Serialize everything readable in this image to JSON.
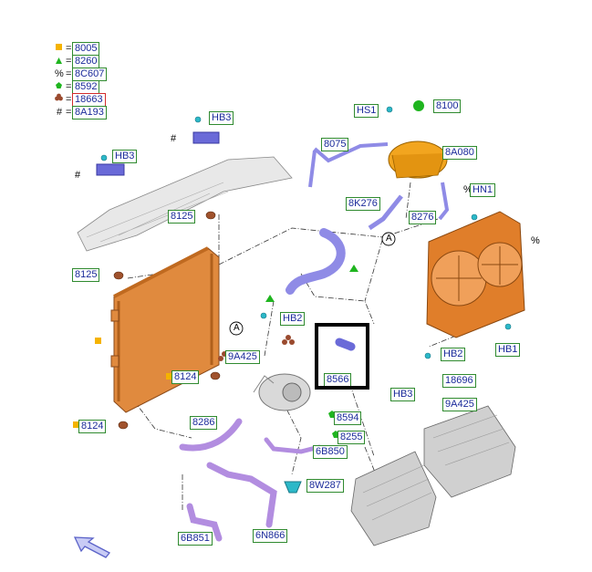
{
  "legend": [
    {
      "symbol": "square",
      "color": "#f5b300",
      "code": "8005"
    },
    {
      "symbol": "triangle",
      "color": "#1fb51f",
      "code": "8260"
    },
    {
      "symbol": "%",
      "color": "#000000",
      "code": "8C607"
    },
    {
      "symbol": "pentagon",
      "color": "#1fb51f",
      "code": "8592"
    },
    {
      "symbol": "club",
      "color": "#9a4a2e",
      "code": "18663",
      "highlight": "#d22c2c"
    },
    {
      "symbol": "#",
      "color": "#000000",
      "code": "8A193"
    }
  ],
  "callouts": {
    "hb3_top": "HB3",
    "hb3_left": "HB3",
    "hs1": "HS1",
    "p8100": "8100",
    "p8075": "8075",
    "p8a080": "8A080",
    "p8k276": "8K276",
    "p8276": "8276",
    "hn1": "HN1",
    "p8125_top": "8125",
    "p8125_left": "8125",
    "hb2_mid": "HB2",
    "p9a425_mid": "9A425",
    "p8124_mid": "8124",
    "p8566": "8566",
    "hb1": "HB1",
    "hb2_right": "HB2",
    "p18696": "18696",
    "hb3_right": "HB3",
    "p9a425_right": "9A425",
    "p8594": "8594",
    "p8255": "8255",
    "p8124_low": "8124",
    "p8286": "8286",
    "p6b850": "6B850",
    "p8w287": "8W287",
    "p6b851": "6B851",
    "p6n866": "6N866"
  },
  "markers": {
    "hash": "#",
    "percent": "%",
    "ref_a": "A"
  },
  "colors": {
    "hose": "#8f8be6",
    "radiator": "#e08a3e",
    "reservoir": "#f2a51f",
    "fan": "#e07e2a",
    "engine": "#c4c4c4",
    "label_border": "#2f8a2f",
    "label_text": "#1a2a9a"
  },
  "icons": [
    "navigation-arrow-icon"
  ]
}
